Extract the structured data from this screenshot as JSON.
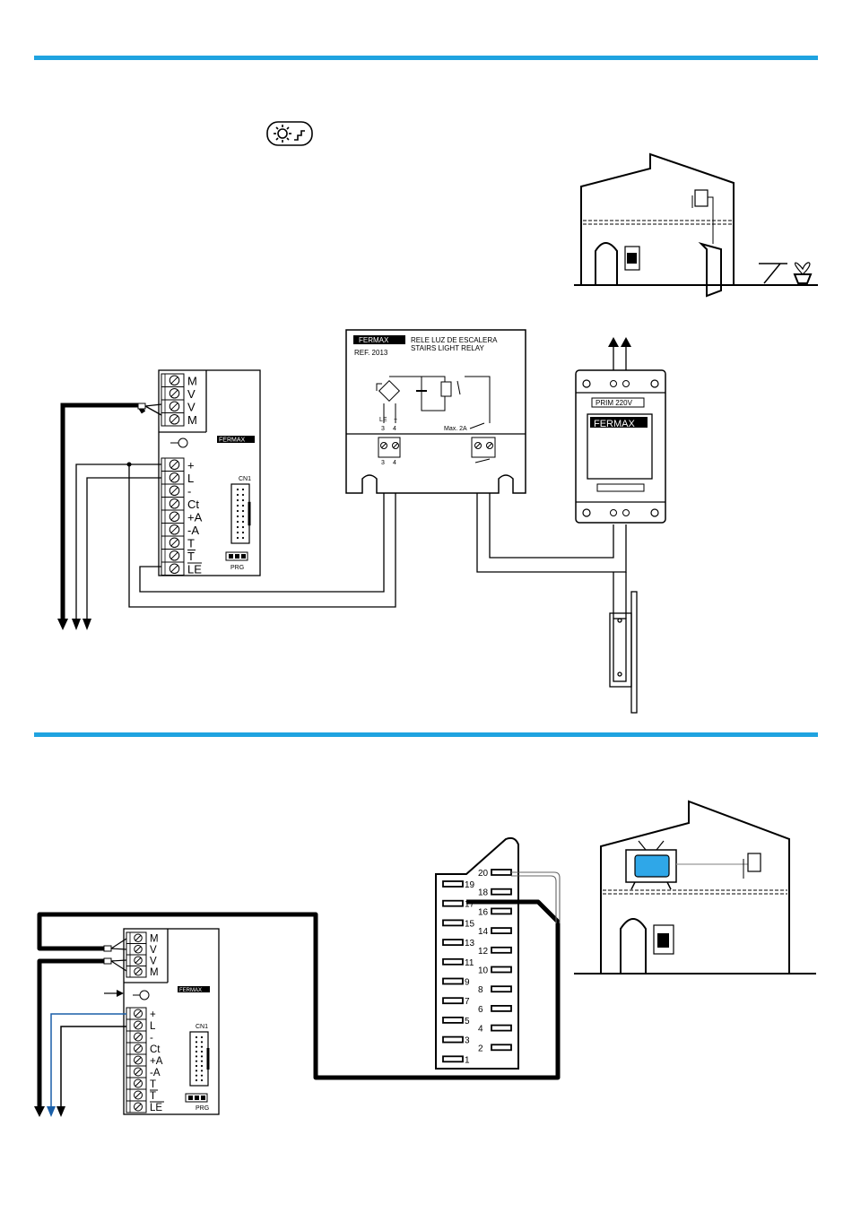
{
  "colors": {
    "accent_rule": "#1fa3e0",
    "wire_blue": "#1a5fa8",
    "tv_screen": "#2fa7e8"
  },
  "brand": "FERMAX",
  "top_module": {
    "terminals_top": [
      "M",
      "V",
      "V",
      "M"
    ],
    "terminals_bottom": [
      "+",
      "L",
      "-",
      "Ct",
      "+A",
      "-A",
      "T",
      "T",
      "LE"
    ],
    "cn1": "CN1",
    "prg": "PRG"
  },
  "relay": {
    "title_line1": "RELE LUZ DE ESCALERA",
    "title_line2": "STAIRS LIGHT RELAY",
    "ref": "REF. 2013",
    "le_label": "LE",
    "plus_label": "+",
    "pin3": "3",
    "pin4": "4",
    "max_label": "Max. 2A"
  },
  "transformer": {
    "prim": "PRIM 220V"
  },
  "bottom_module": {
    "terminals_top": [
      "M",
      "V",
      "V",
      "M"
    ],
    "terminals_bottom": [
      "+",
      "L",
      "-",
      "Ct",
      "+A",
      "-A",
      "T",
      "T",
      "LE"
    ],
    "cn1": "CN1",
    "prg": "PRG"
  },
  "scart": {
    "left_pins": [
      "19",
      "17",
      "15",
      "13",
      "11",
      "9",
      "7",
      "5",
      "3",
      "1"
    ],
    "right_pins": [
      "20",
      "18",
      "16",
      "14",
      "12",
      "10",
      "8",
      "6",
      "4",
      "2"
    ]
  }
}
